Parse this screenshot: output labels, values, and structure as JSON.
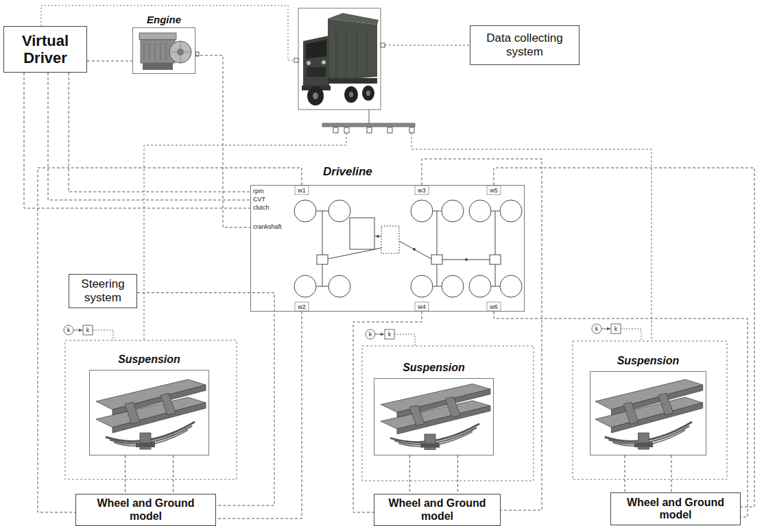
{
  "diagram": {
    "nodes": [
      {
        "text": [
          "Virtual Driver"
        ]
      },
      {
        "text": [
          "Engine"
        ]
      },
      {
        "text": [
          "Data collecting system"
        ]
      },
      {
        "text": [
          "Driveline"
        ]
      },
      {
        "text": [
          "Steering system"
        ]
      },
      {
        "text": [
          "Suspension"
        ]
      },
      {
        "text": [
          "Suspension"
        ]
      },
      {
        "text": [
          "Suspension"
        ]
      },
      {
        "text": [
          "Wheel and Ground model"
        ]
      },
      {
        "text": [
          "Wheel and Ground model"
        ]
      },
      {
        "text": [
          "Wheel and Ground model"
        ]
      }
    ],
    "edges": [
      {
        "from": 0,
        "to": 1,
        "arrow": "none"
      },
      {
        "from": 0,
        "to": 3,
        "arrow": "none"
      },
      {
        "from": 0,
        "to": 3,
        "arrow": "none"
      },
      {
        "from": 0,
        "to": 3,
        "arrow": "none"
      },
      {
        "from": 1,
        "to": 3,
        "arrow": "none"
      },
      {
        "from": 3,
        "to": 8,
        "arrow": "none"
      },
      {
        "from": 3,
        "to": 8,
        "arrow": "none"
      },
      {
        "from": 3,
        "to": 9,
        "arrow": "none"
      },
      {
        "from": 3,
        "to": 9,
        "arrow": "none"
      },
      {
        "from": 3,
        "to": 10,
        "arrow": "none"
      },
      {
        "from": 3,
        "to": 10,
        "arrow": "none"
      },
      {
        "from": 4,
        "to": 8,
        "arrow": "none"
      },
      {
        "from": 5,
        "to": 8,
        "arrow": "none"
      },
      {
        "from": 5,
        "to": 8,
        "arrow": "none"
      },
      {
        "from": 6,
        "to": 9,
        "arrow": "none"
      },
      {
        "from": 6,
        "to": 9,
        "arrow": "none"
      },
      {
        "from": 7,
        "to": 10,
        "arrow": "none"
      },
      {
        "from": 7,
        "to": 10,
        "arrow": "none"
      }
    ],
    "labels": [
      "rpm",
      "CVT",
      "clutch",
      "crankshaft",
      "w1",
      "w3",
      "w5",
      "w2",
      "w4",
      "w6",
      "k",
      "k",
      "k",
      "k",
      "k",
      "k"
    ]
  }
}
